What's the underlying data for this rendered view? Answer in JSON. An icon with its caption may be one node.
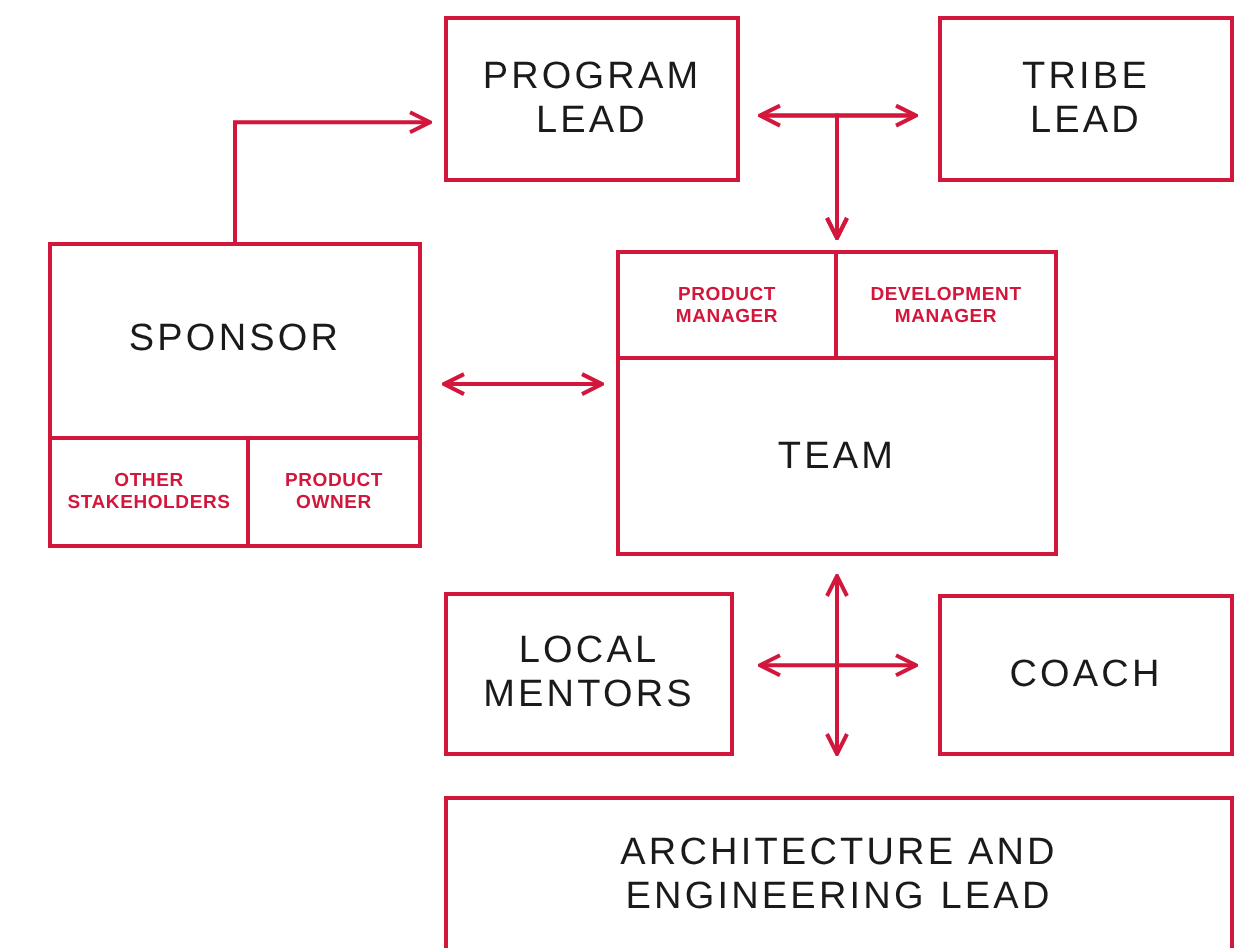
{
  "diagram": {
    "nodes": [
      {
        "text": [
          "PROGRAM LEAD"
        ]
      },
      {
        "text": [
          "TRIBE LEAD"
        ]
      },
      {
        "text": [
          "SPONSOR"
        ]
      },
      {
        "text": [
          "OTHER STAKEHOLDERS"
        ],
        "in": 2
      },
      {
        "text": [
          "PRODUCT OWNER"
        ],
        "in": 2
      },
      {
        "text": [
          "TEAM"
        ]
      },
      {
        "text": [
          "PRODUCT MANAGER"
        ],
        "in": 5
      },
      {
        "text": [
          "DEVELOPMENT MANAGER"
        ],
        "in": 5
      },
      {
        "text": [
          "LOCAL MENTORS"
        ]
      },
      {
        "text": [
          "COACH"
        ]
      },
      {
        "text": [
          "ARCHITECTURE AND ENGINEERING LEAD"
        ]
      }
    ],
    "edges": [
      {
        "from": 2,
        "to": 0,
        "arrow": "to"
      },
      {
        "from": 0,
        "to": 1,
        "arrow": "both"
      },
      {
        "from": 0,
        "to": 5,
        "arrow": "to"
      },
      {
        "from": 1,
        "to": 5,
        "arrow": "to"
      },
      {
        "from": 2,
        "to": 5,
        "arrow": "both"
      },
      {
        "from": 5,
        "to": 10,
        "arrow": "both"
      },
      {
        "from": 8,
        "to": 9,
        "arrow": "both"
      }
    ]
  }
}
